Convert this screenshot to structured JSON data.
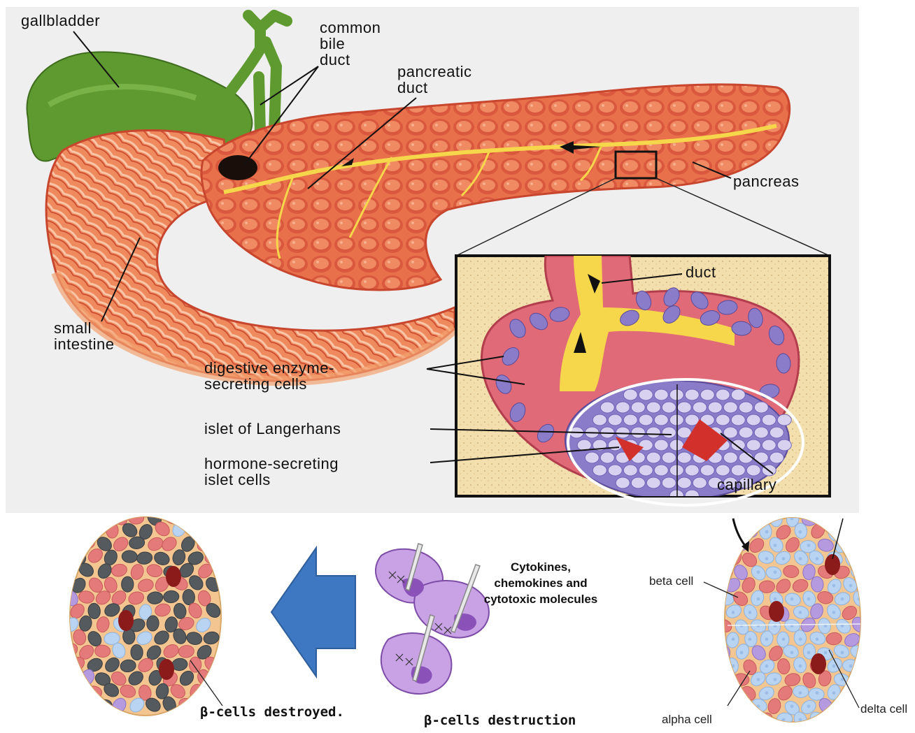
{
  "figure": {
    "labels": {
      "gallbladder": "gallbladder",
      "common_bile_duct": "common\nbile\nduct",
      "pancreatic_duct": "pancreatic\nduct",
      "pancreas": "pancreas",
      "small_intestine": "small\nintestine",
      "duct": "duct",
      "digestive_cells": "digestive enzyme-\nsecreting cells",
      "islet": "islet of Langerhans",
      "hormone_cells": "hormone-secreting\nislet cells",
      "capillary": "capillary",
      "beta_cell": "beta cell",
      "alpha_cell": "alpha cell",
      "delta_cell": "delta cell",
      "cytokines": "Cytokines,\nchemokines and\ncytotoxic molecules",
      "beta_destruction": "β-cells destruction",
      "beta_destroyed": "β-cells destroyed."
    },
    "colors": {
      "background_panel": "#efefef",
      "pancreas": "#e8704a",
      "pancreas_dark": "#c8452e",
      "duct_yellow": "#f6d64a",
      "gallbladder": "#5e9a2f",
      "islet_purple": "#8a7cc8",
      "inset_bg": "#f3dfae",
      "alpha_cell": "#e57a7a",
      "beta_cell": "#b9d4f2",
      "delta_cell": "#b59ae0",
      "capillary": "#8b1a1a",
      "destroyed_cell": "#555a5e",
      "arrow_blue": "#3f78c2",
      "immune_cell": "#b07fd6"
    }
  }
}
